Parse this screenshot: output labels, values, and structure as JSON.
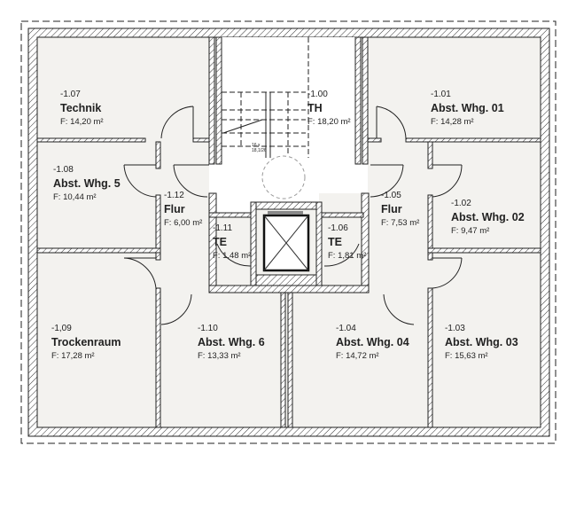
{
  "plan": {
    "rooms": [
      {
        "number": "-1.07",
        "name": "Technik",
        "area": "F: 14,20 m²"
      },
      {
        "number": "-1.00",
        "name": "TH",
        "area": "F: 18,20 m²"
      },
      {
        "number": "-1.01",
        "name": "Abst. Whg. 01",
        "area": "F: 14,28 m²"
      },
      {
        "number": "-1.08",
        "name": "Abst. Whg. 5",
        "area": "F: 10,44 m²"
      },
      {
        "number": "-1.12",
        "name": "Flur",
        "area": "F: 6,00 m²"
      },
      {
        "number": "-1.11",
        "name": "TE",
        "area": "F: 1,48 m²"
      },
      {
        "number": "-1.06",
        "name": "TE",
        "area": "F: 1,81 m²"
      },
      {
        "number": "-1.05",
        "name": "Flur",
        "area": "F: 7,53 m²"
      },
      {
        "number": "-1.02",
        "name": "Abst. Whg. 02",
        "area": "F: 9,47 m²"
      },
      {
        "number": "-1,09",
        "name": "Trockenraum",
        "area": "F: 17,28 m²"
      },
      {
        "number": "-1.10",
        "name": "Abst. Whg. 6",
        "area": "F: 13,33 m²"
      },
      {
        "number": "-1.04",
        "name": "Abst. Whg. 04",
        "area": "F: 14,72 m²"
      },
      {
        "number": "-1.03",
        "name": "Abst. Whg. 03",
        "area": "F: 15,63 m²"
      }
    ],
    "stair_note": [
      "16 x",
      "18,1/26"
    ],
    "colors": {
      "room_fill": "#f3f2ef",
      "wall": "#222222",
      "background": "#ffffff"
    }
  }
}
